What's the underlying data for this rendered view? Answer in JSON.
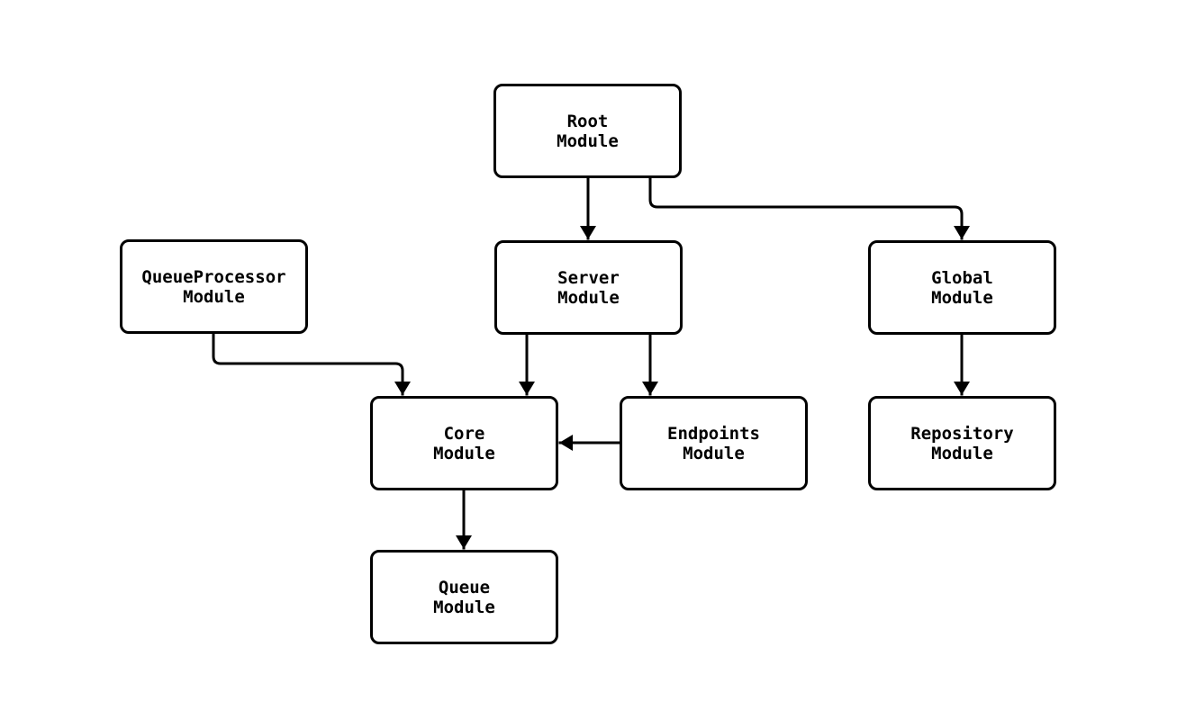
{
  "diagram": {
    "type": "flowchart",
    "colors": {
      "background": "#ffffff",
      "stroke": "#000000",
      "node_fill": "#ffffff",
      "text": "#000000"
    },
    "nodes": {
      "root": {
        "line1": "Root",
        "line2": "Module"
      },
      "queueProcessor": {
        "line1": "QueueProcessor",
        "line2": "Module"
      },
      "server": {
        "line1": "Server",
        "line2": "Module"
      },
      "global": {
        "line1": "Global",
        "line2": "Module"
      },
      "core": {
        "line1": "Core",
        "line2": "Module"
      },
      "endpoints": {
        "line1": "Endpoints",
        "line2": "Module"
      },
      "repository": {
        "line1": "Repository",
        "line2": "Module"
      },
      "queue": {
        "line1": "Queue",
        "line2": "Module"
      }
    },
    "edges": [
      {
        "from": "Root Module",
        "to": "Server Module"
      },
      {
        "from": "Root Module",
        "to": "Global Module"
      },
      {
        "from": "QueueProcessor Module",
        "to": "Core Module"
      },
      {
        "from": "Server Module",
        "to": "Core Module"
      },
      {
        "from": "Server Module",
        "to": "Endpoints Module"
      },
      {
        "from": "Endpoints Module",
        "to": "Core Module"
      },
      {
        "from": "Global Module",
        "to": "Repository Module"
      },
      {
        "from": "Core Module",
        "to": "Queue Module"
      }
    ]
  }
}
